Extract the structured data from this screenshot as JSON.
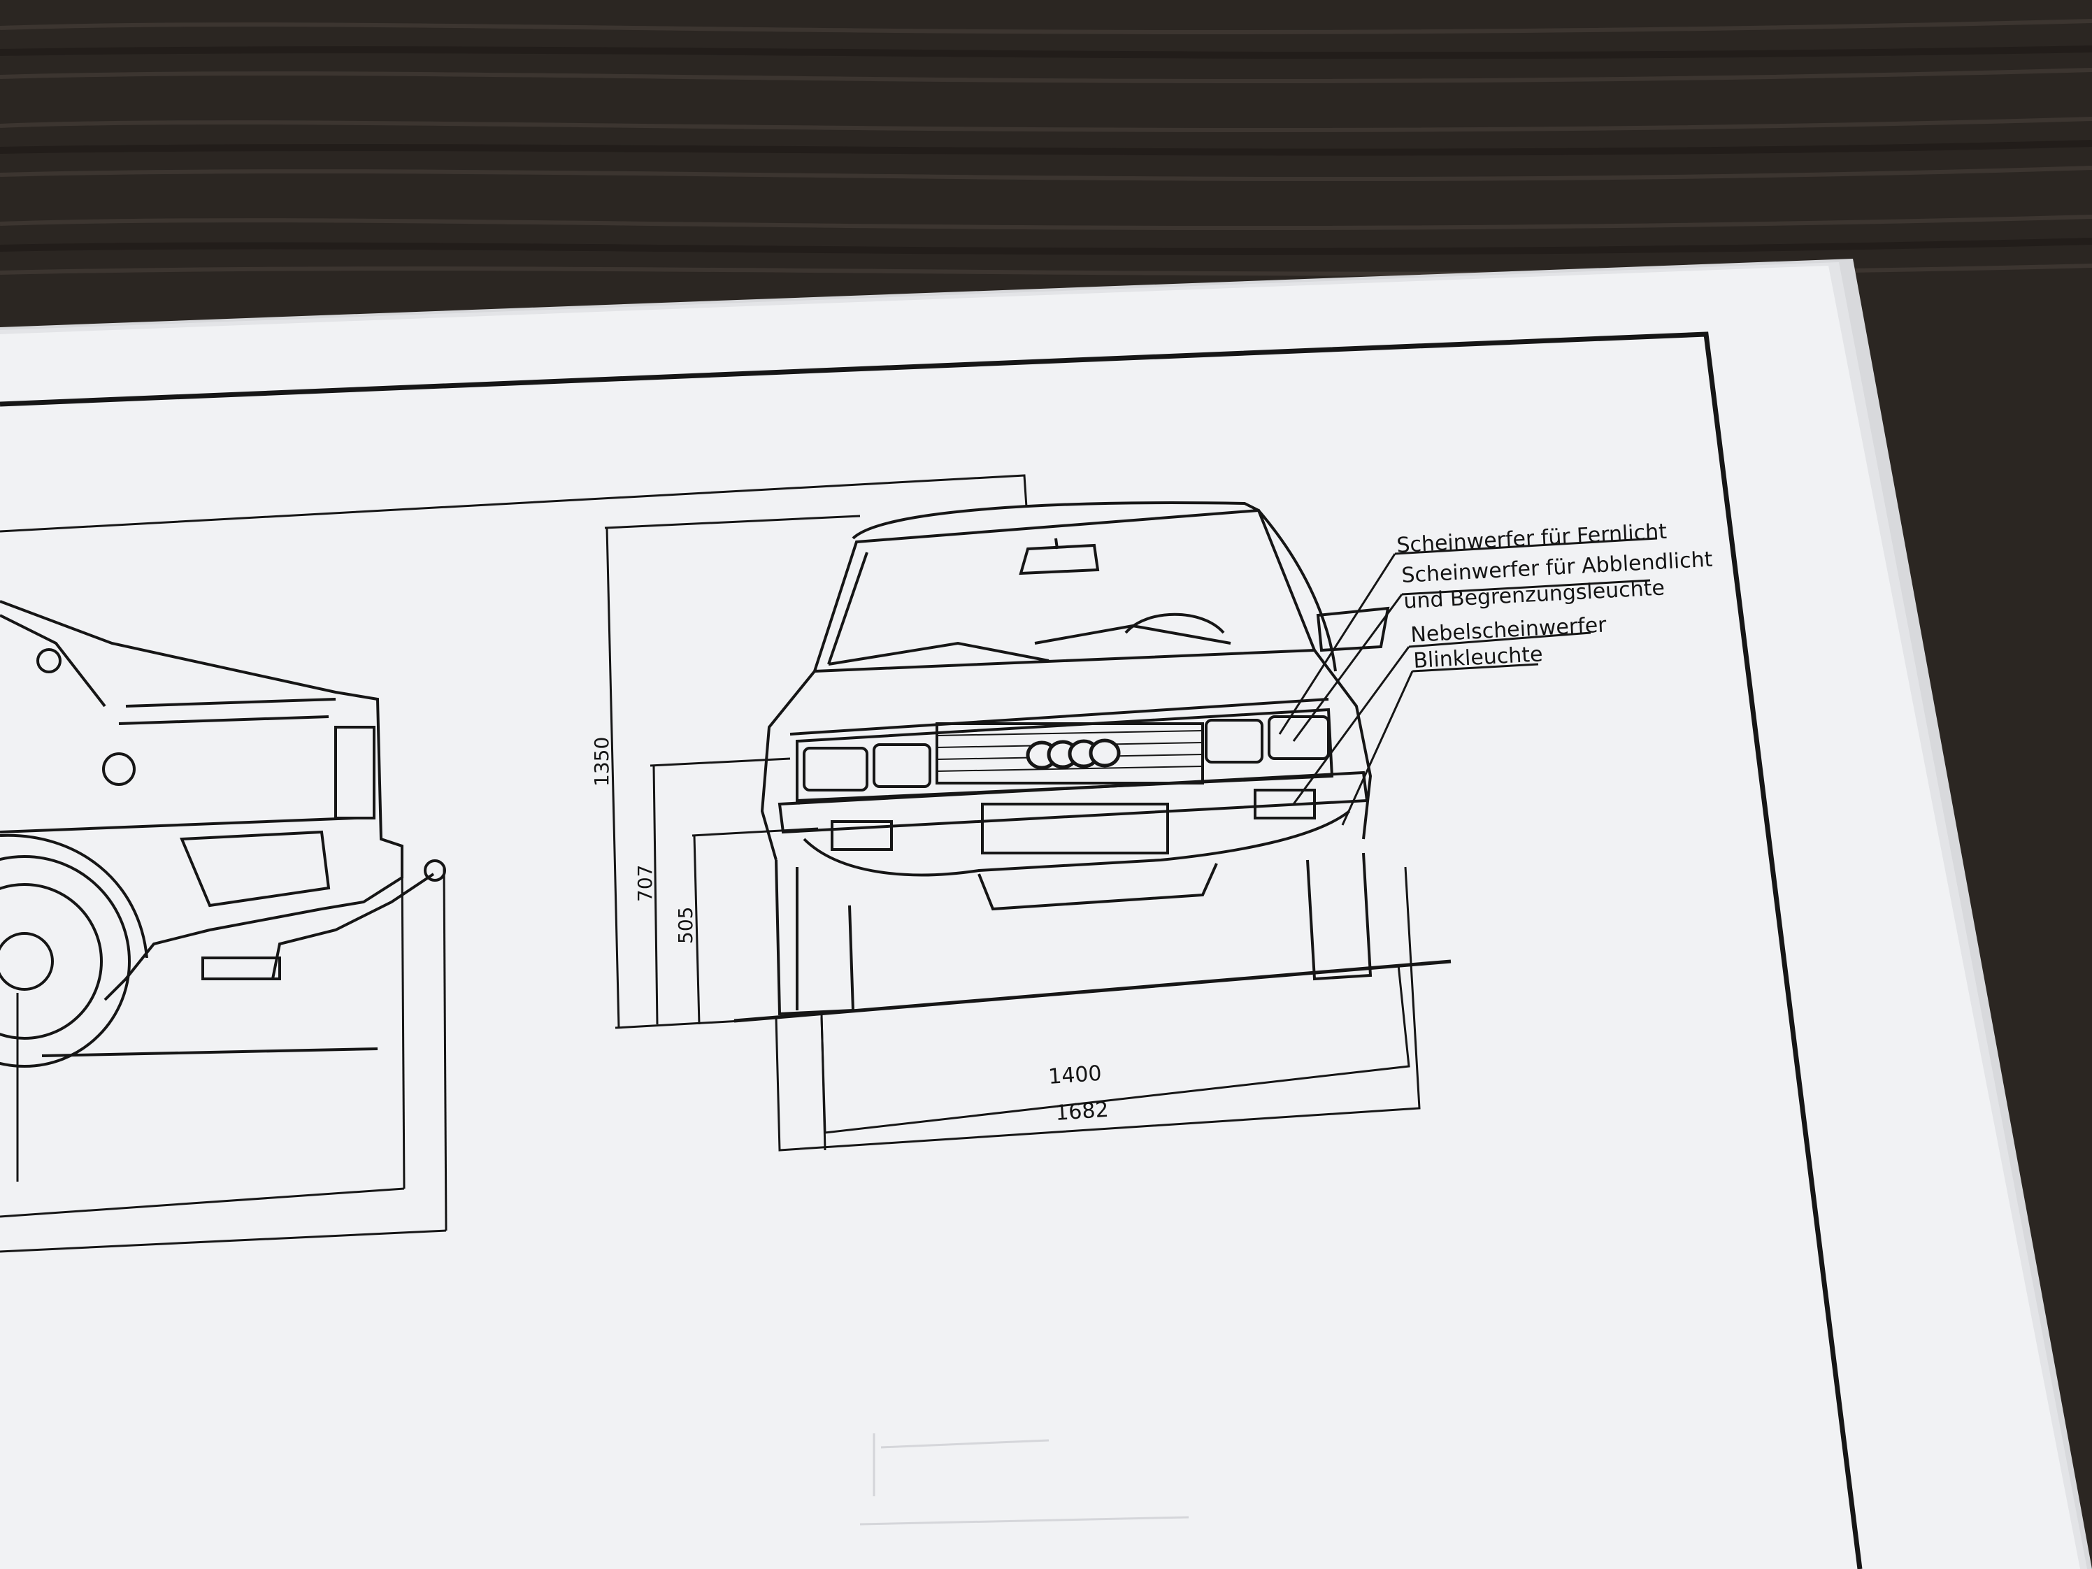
{
  "colors": {
    "table": "#2b2622",
    "table_grain": "#4a423c",
    "paper": "#f1f2f4",
    "paper_shadow": "#d8d9dc",
    "ink": "#161616"
  },
  "annotations": {
    "high_beam": "Scheinwerfer für Fernlicht",
    "low_beam_line1": "Scheinwerfer für Abblendlicht",
    "low_beam_line2": "und Begrenzungsleuchte",
    "fog_lamp": "Nebelscheinwerfer",
    "turn_signal": "Blinkleuchte"
  },
  "dimensions": {
    "overall_height": "1350",
    "bumper_height": "707",
    "lower_height": "505",
    "track_width": "1400",
    "overall_width": "1682"
  },
  "emblem": {
    "name": "four-rings-logo"
  }
}
